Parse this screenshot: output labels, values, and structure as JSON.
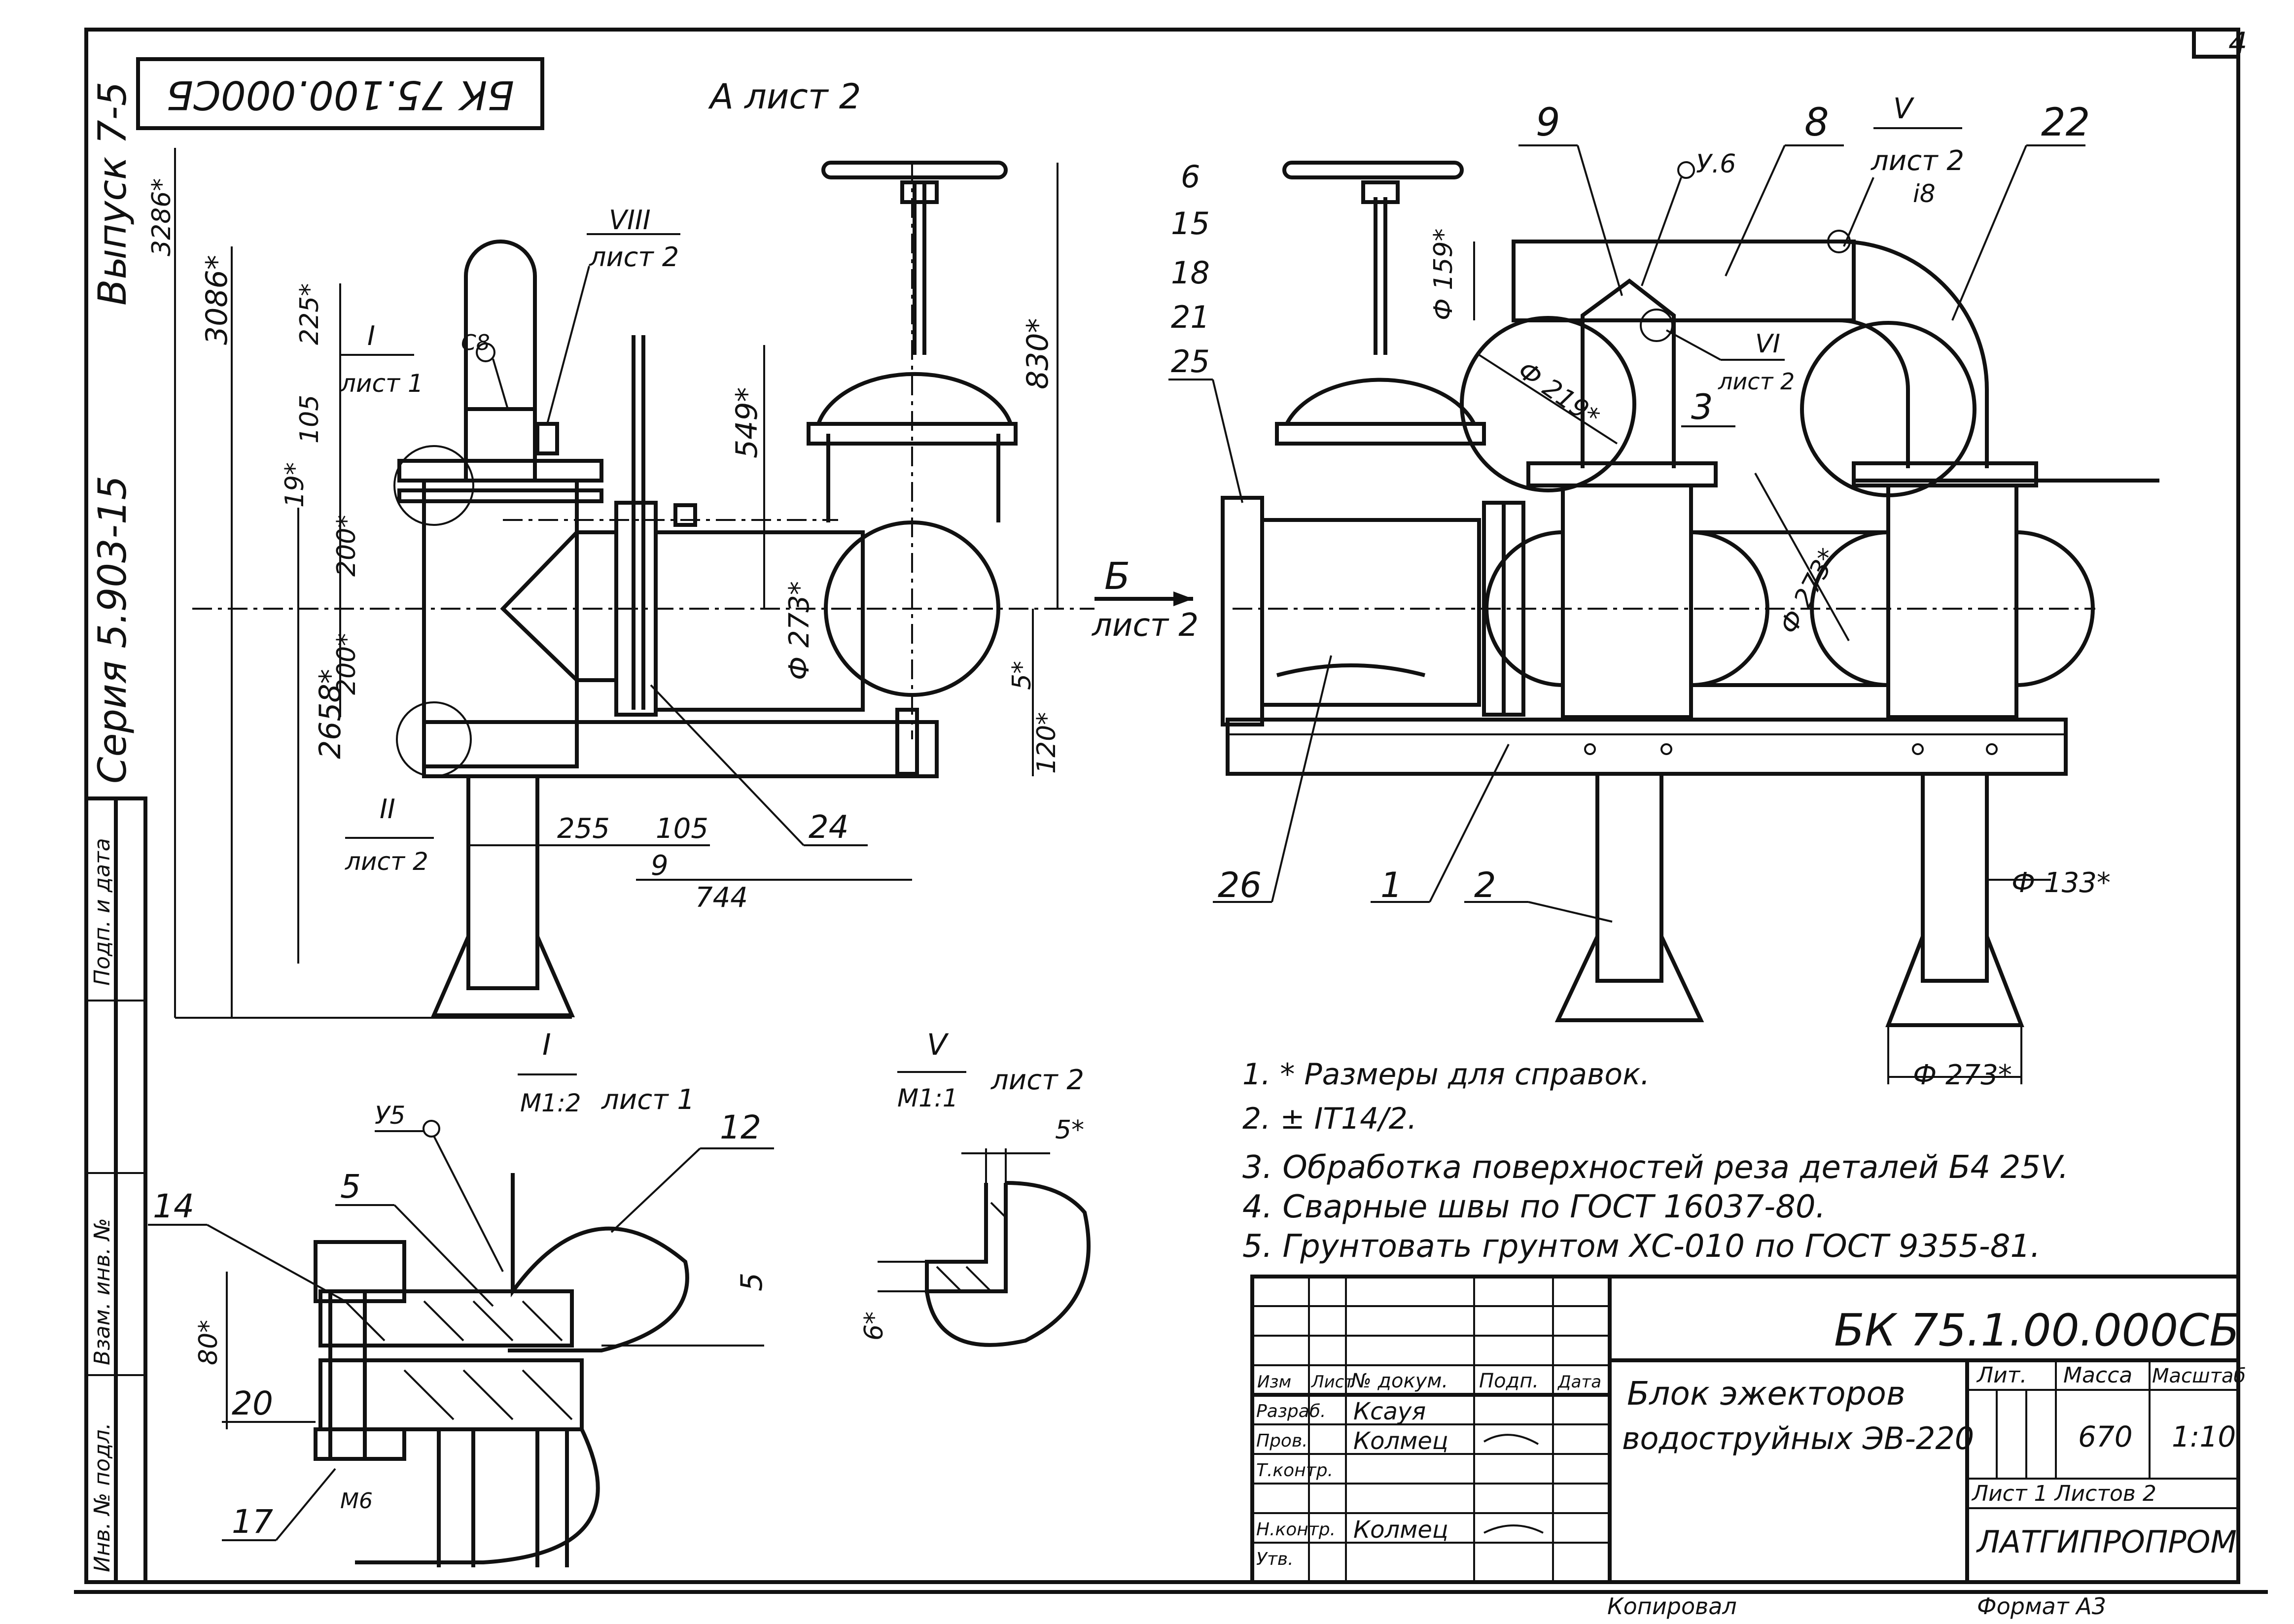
{
  "stamp_rotated": "БК 75.100.000СБ",
  "series_text": "Серия 5.903-15",
  "issue_text": "Выпуск 7-5",
  "sheet_number": "4",
  "view_a": "А лист 2",
  "view_b": {
    "letter": "Б",
    "sheet": "лист 2"
  },
  "leaders": {
    "v": {
      "roman": "V",
      "sheet": "лист 2"
    },
    "viii": {
      "roman": "VIII",
      "sheet": "лист 2"
    },
    "i": {
      "roman": "I",
      "sheet": "лист 1"
    },
    "ii": {
      "roman": "II",
      "sheet": "лист 2"
    },
    "vi": {
      "roman": "VI",
      "sheet": "лист 2"
    }
  },
  "weld_marks": {
    "c8": "С8",
    "y6": "У.6",
    "i8": "i8",
    "y5": "У5"
  },
  "dims_left": [
    "3286*",
    "3086*",
    "2658*",
    "549*",
    "830*",
    "225*",
    "105",
    "19*",
    "200*",
    "200*",
    "Ф 273*",
    "5*",
    "120*",
    "255",
    "105",
    "9",
    "744"
  ],
  "dims_right": [
    "Ф 159*",
    "Ф 273*",
    "Ф 219*",
    "Ф 133*",
    "Ф 273*"
  ],
  "part_numbers_left": [
    "24"
  ],
  "part_numbers_right": [
    "6",
    "15",
    "18",
    "21",
    "25",
    "9",
    "8",
    "22",
    "3",
    "26",
    "1",
    "2"
  ],
  "section_i": {
    "roman": "I",
    "scale": "М1:2",
    "sheet": "лист 1",
    "parts": [
      "14",
      "5",
      "12",
      "20",
      "17"
    ],
    "dims": [
      "80*",
      "5",
      "М6"
    ],
    "weld": "У5"
  },
  "section_v": {
    "roman": "V",
    "scale": "М1:1",
    "sheet": "лист 2",
    "dims": [
      "5*",
      "6*"
    ]
  },
  "notes": [
    "1. * Размеры для справок.",
    "2. ± IT14/2.",
    "3. Обработка поверхностей реза деталей Б4 25V.",
    "4. Сварные швы по ГОСТ 16037-80.",
    "5. Грунтовать грунтом ХС-010 по ГОСТ 9355-81."
  ],
  "title_block": {
    "code": "БК 75.1.00.000СБ",
    "title_line1": "Блок эжекторов",
    "title_line2": "водоструйных ЭВ-220",
    "headers": {
      "izm": "Изм",
      "list": "Лист",
      "doc": "№ докум.",
      "sign": "Подп.",
      "date": "Дата"
    },
    "lit_header": "Лит.",
    "mass_header": "Масса",
    "scale_header": "Масштаб",
    "mass": "670",
    "scale": "1:10",
    "sheet_line": "Лист 1  Листов 2",
    "org": "ЛАТГИПРОПРОМ",
    "rows": [
      {
        "role": "Разраб.",
        "name": "Ксауя"
      },
      {
        "role": "Пров.",
        "name": "Колмец"
      },
      {
        "role": "Т.контр.",
        "name": ""
      },
      {
        "role": "Н.контр.",
        "name": "Колмец"
      },
      {
        "role": "Утв.",
        "name": ""
      }
    ]
  },
  "side_table": [
    "Взам. инв. №",
    "Инв. № подл.",
    "Подп. и дата"
  ],
  "footer": {
    "copied": "Копировал",
    "format": "Формат А3"
  }
}
